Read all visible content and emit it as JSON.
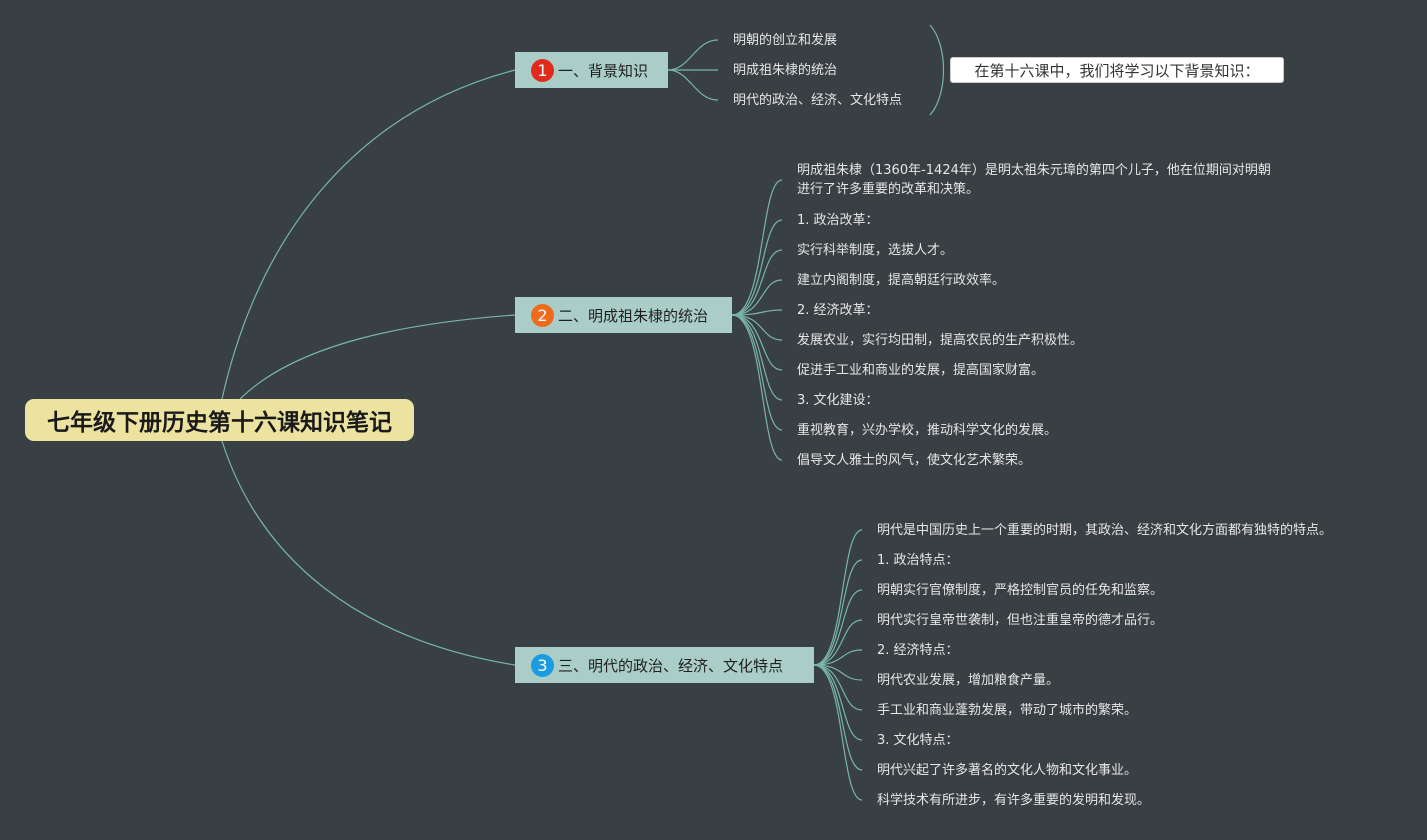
{
  "colors": {
    "background": "#394043",
    "root_fill": "#ece3a1",
    "branch_fill": "#aacdc7",
    "link": "#78b5a8",
    "badge_1": "#e02b1c",
    "badge_2": "#ee6a1d",
    "badge_3": "#1d9be0"
  },
  "root": {
    "title": "七年级下册历史第十六课知识笔记"
  },
  "branches": [
    {
      "badge": "1",
      "label": "一、背景知识",
      "leaves": [
        "明朝的创立和发展",
        "明成祖朱棣的统治",
        "明代的政治、经济、文化特点"
      ],
      "summary": "在第十六课中，我们将学习以下背景知识："
    },
    {
      "badge": "2",
      "label": "二、明成祖朱棣的统治",
      "leaves": [
        "明成祖朱棣（1360年-1424年）是明太祖朱元璋的第四个儿子，他在位期间对明朝",
        "进行了许多重要的改革和决策。",
        "1. 政治改革：",
        "实行科举制度，选拔人才。",
        "建立内阁制度，提高朝廷行政效率。",
        "2. 经济改革：",
        "发展农业，实行均田制，提高农民的生产积极性。",
        "促进手工业和商业的发展，提高国家财富。",
        "3. 文化建设：",
        "重视教育，兴办学校，推动科学文化的发展。",
        "倡导文人雅士的风气，使文化艺术繁荣。"
      ]
    },
    {
      "badge": "3",
      "label": "三、明代的政治、经济、文化特点",
      "leaves": [
        "明代是中国历史上一个重要的时期，其政治、经济和文化方面都有独特的特点。",
        "1. 政治特点：",
        "明朝实行官僚制度，严格控制官员的任免和监察。",
        "明代实行皇帝世袭制，但也注重皇帝的德才品行。",
        "2. 经济特点：",
        "明代农业发展，增加粮食产量。",
        "手工业和商业蓬勃发展，带动了城市的繁荣。",
        "3. 文化特点：",
        "明代兴起了许多著名的文化人物和文化事业。",
        "科学技术有所进步，有许多重要的发明和发现。"
      ]
    }
  ]
}
